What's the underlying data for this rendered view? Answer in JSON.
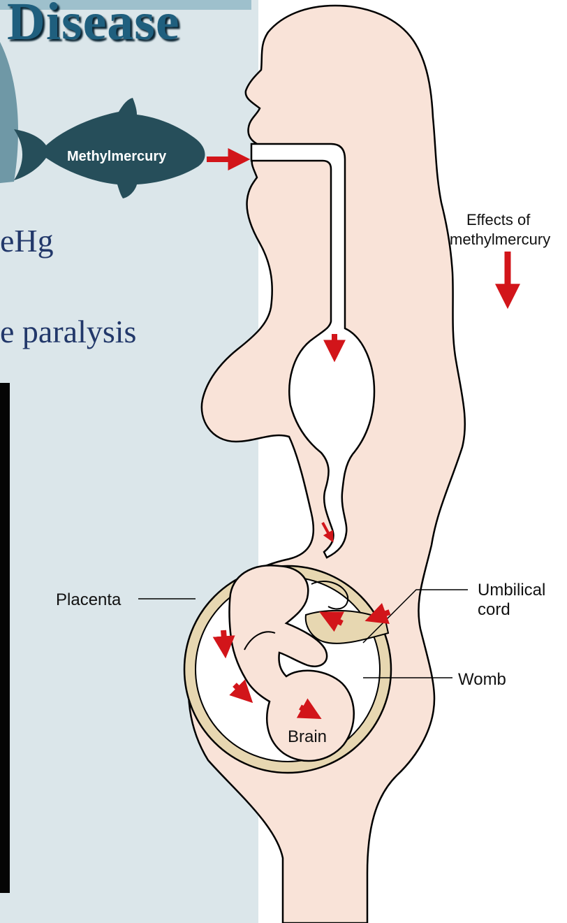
{
  "slide": {
    "title": "Disease",
    "bullets": [
      "eHg",
      "e paralysis"
    ]
  },
  "diagram": {
    "fish_label": "Methylmercury",
    "effects_label_line1": "Effects of",
    "effects_label_line2": "methylmercury",
    "placenta_label": "Placenta",
    "umbilical_label_line1": "Umbilical",
    "umbilical_label_line2": "cord",
    "womb_label": "Womb",
    "brain_label": "Brain"
  },
  "colors": {
    "skin": "#f9e3d8",
    "placenta": "#e7d7b1",
    "arrow": "#d2151a",
    "fish": "#264e5a",
    "title": "#1f5f7e",
    "bullet_text": "#22386a"
  }
}
